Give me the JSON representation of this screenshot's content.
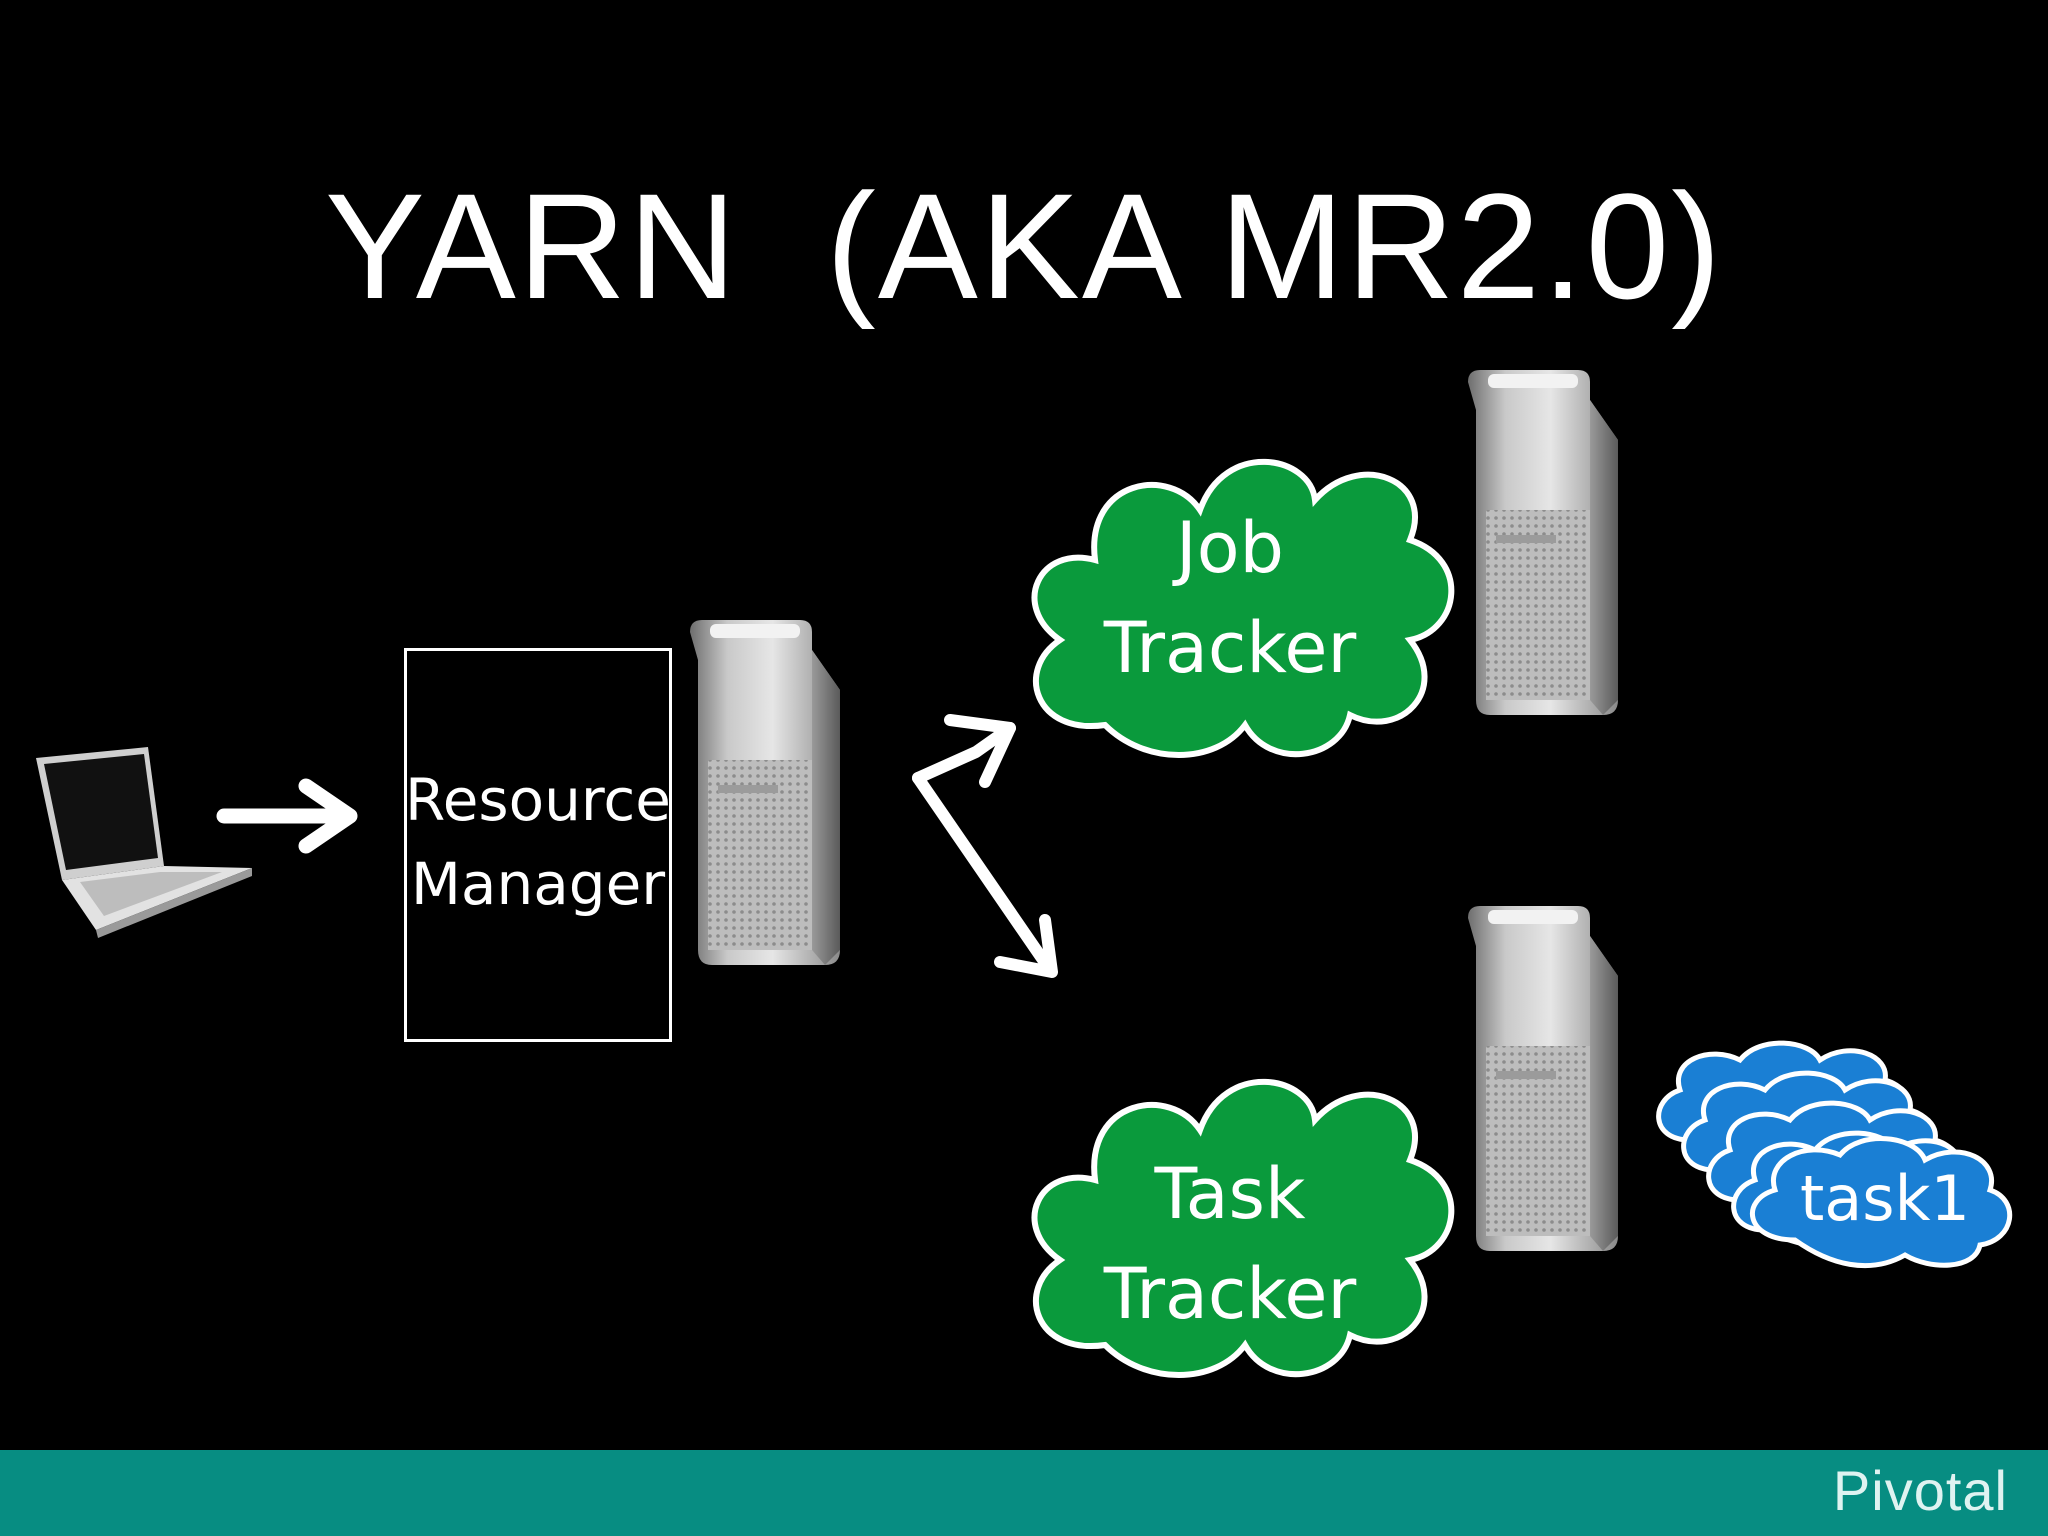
{
  "title": "YARN  (AKA MR2.0)",
  "nodes": {
    "resource_manager": [
      "Resource",
      "Manager"
    ],
    "job_tracker": [
      "Job",
      "Tracker"
    ],
    "task_tracker": [
      "Task",
      "Tracker"
    ],
    "task": "task1"
  },
  "footer": {
    "logo": "Pivotal"
  },
  "colors": {
    "background": "#000000",
    "cloud_green": "#0a9a3c",
    "cloud_blue": "#1a7fd4",
    "footer": "#078d82"
  }
}
